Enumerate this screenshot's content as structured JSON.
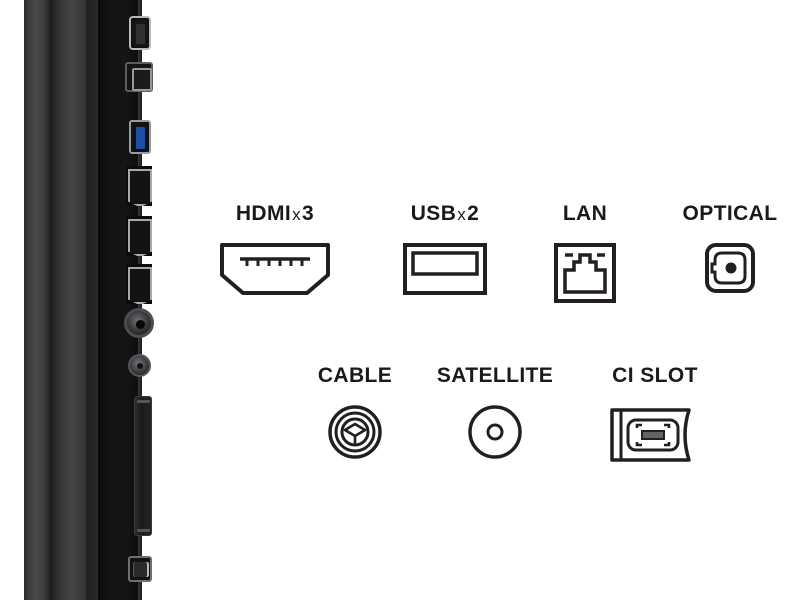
{
  "background_color": "#ffffff",
  "stroke_color": "#231f20",
  "label_color": "#1a1a1a",
  "device": {
    "name": "tv-side-panel",
    "ports": [
      {
        "name": "optical-digital-audio-out",
        "type": "optical"
      },
      {
        "name": "lan-ethernet",
        "type": "rj45"
      },
      {
        "name": "usb-3-blue",
        "type": "usb",
        "accent": "#1e4fa8"
      },
      {
        "name": "hdmi-1",
        "type": "hdmi"
      },
      {
        "name": "hdmi-2",
        "type": "hdmi"
      },
      {
        "name": "hdmi-3",
        "type": "hdmi"
      },
      {
        "name": "cable-antenna-coax",
        "type": "coax"
      },
      {
        "name": "satellite-lnb-coax",
        "type": "coax-small"
      },
      {
        "name": "ci-slot",
        "type": "card-slot"
      },
      {
        "name": "optical-bottom",
        "type": "optical"
      }
    ]
  },
  "legend": {
    "row_one": [
      {
        "key": "hdmi",
        "label": "HDMI",
        "multiplier": "x",
        "count": "3",
        "icon": "hdmi-port-icon"
      },
      {
        "key": "usb",
        "label": "USB",
        "multiplier": "x",
        "count": "2",
        "icon": "usb-port-icon"
      },
      {
        "key": "lan",
        "label": "LAN",
        "multiplier": "",
        "count": "",
        "icon": "lan-port-icon"
      },
      {
        "key": "optical",
        "label": "OPTICAL",
        "multiplier": "",
        "count": "",
        "icon": "optical-port-icon"
      }
    ],
    "row_two": [
      {
        "key": "cable",
        "label": "CABLE",
        "multiplier": "",
        "count": "",
        "icon": "coax-connector-icon"
      },
      {
        "key": "satellite",
        "label": "SATELLITE",
        "multiplier": "",
        "count": "",
        "icon": "satellite-connector-icon"
      },
      {
        "key": "ci_slot",
        "label": "CI SLOT",
        "multiplier": "",
        "count": "",
        "icon": "ci-card-slot-icon"
      }
    ]
  }
}
